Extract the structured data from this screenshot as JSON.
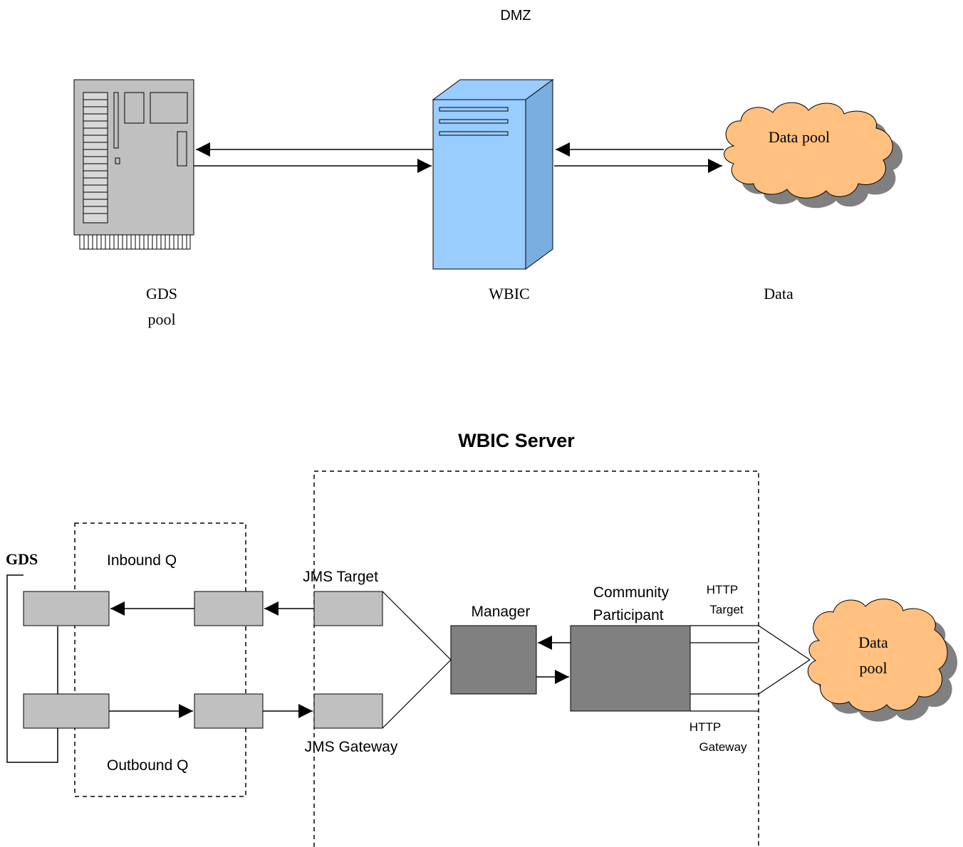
{
  "top_diagram": {
    "zone_label": "DMZ",
    "gds_label_line1": "GDS",
    "gds_label_line2": "pool",
    "wbic_label": "WBIC",
    "data_label": "Data",
    "cloud_label": "Data pool"
  },
  "bottom_diagram": {
    "title": "WBIC Server",
    "gds_label": "GDS",
    "inbound_q_label": "Inbound Q",
    "outbound_q_label": "Outbound Q",
    "jms_target_label": "JMS Target",
    "jms_gateway_label": "JMS Gateway",
    "manager_label": "Manager",
    "community_participant_line1": "Community",
    "community_participant_line2": "Participant",
    "http_target_line1": "HTTP",
    "http_target_line2": "Target",
    "http_gateway_line1": "HTTP",
    "http_gateway_line2": "Gateway",
    "cloud_line1": "Data",
    "cloud_line2": "pool"
  },
  "colors": {
    "server_fill": "#99ccff",
    "server_side": "#7aaee0",
    "computer_fill": "#c0c0c0",
    "cloud_fill": "#ffc080",
    "cloud_shadow": "#808080",
    "queue_box_fill": "#c0c0c0",
    "manager_fill": "#808080"
  }
}
